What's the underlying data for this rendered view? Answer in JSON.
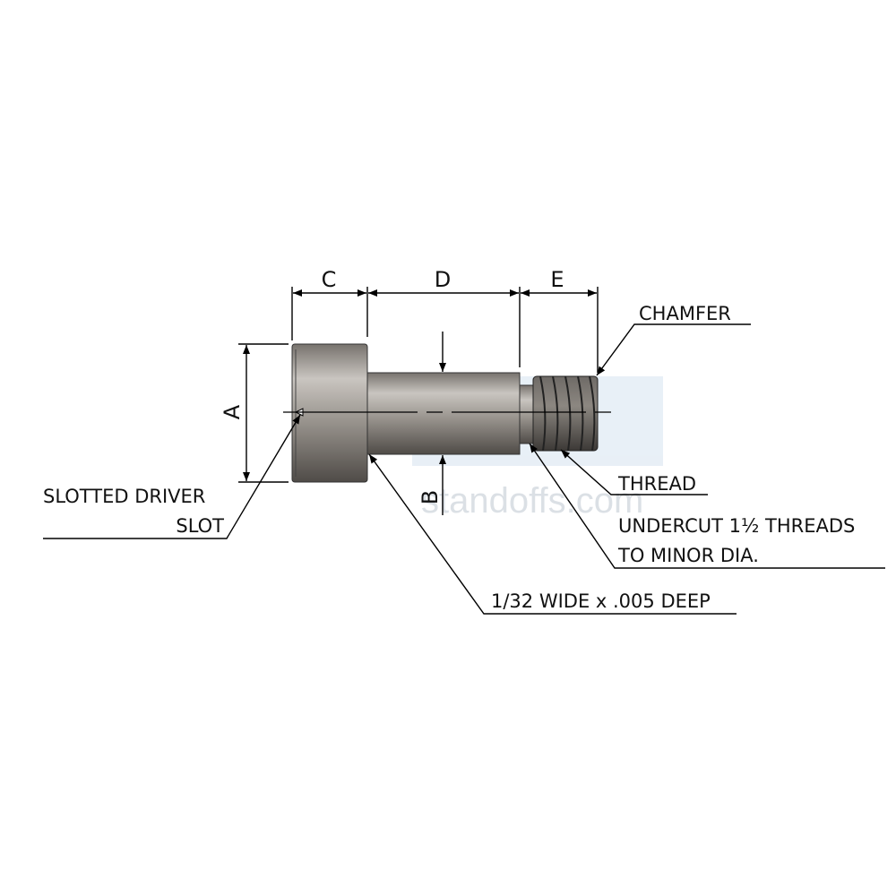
{
  "title": "Slotted shoulder screw dimension drawing",
  "dimensions": {
    "a": "A",
    "b": "B",
    "c": "C",
    "d": "D",
    "e": "E"
  },
  "callouts": {
    "chamfer": "CHAMFER",
    "thread": "THREAD",
    "undercut_line1": "UNDERCUT 1½ THREADS",
    "undercut_line2": "TO MINOR DIA.",
    "groove": "1/32 WIDE x .005 DEEP",
    "slot_line1": "SLOTTED DRIVER",
    "slot_line2": "SLOT"
  },
  "watermark": {
    "text": "standoffs.com"
  },
  "colors": {
    "metal": "#8e8983",
    "thread": "#5e5a56",
    "watermark_blue": "#e3ecf5"
  }
}
